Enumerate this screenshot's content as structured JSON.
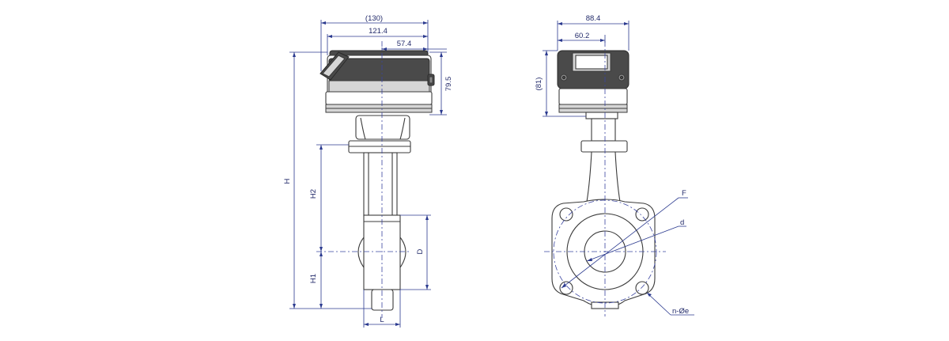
{
  "drawing": {
    "side_view": {
      "dims": {
        "overall_width": "(130)",
        "actuator_width": "121.4",
        "offset": "57.4",
        "actuator_height": "79.5",
        "total_height": "H",
        "upper_height": "H2",
        "lower_height": "H1",
        "diameter": "D",
        "face_length": "L"
      }
    },
    "front_view": {
      "dims": {
        "width": "88.4",
        "offset": "60.2",
        "height": "(81)",
        "flange_bolt_circle": "F",
        "bore": "d",
        "bolt_holes": "n-Øe"
      }
    }
  }
}
